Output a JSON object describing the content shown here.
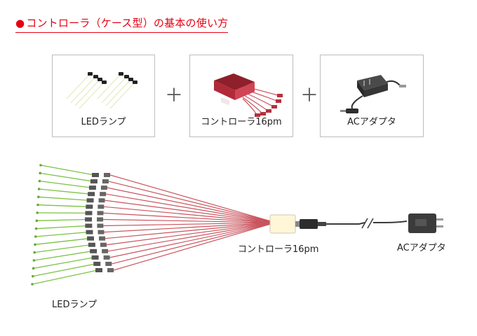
{
  "title": {
    "bullet": "●",
    "text": "コントローラ（ケース型）の基本の使い方"
  },
  "products": [
    {
      "label": "LEDランプ",
      "icon": "led-lamps-icon"
    },
    {
      "label": "コントローラ16pm",
      "icon": "controller-case-icon"
    },
    {
      "label": "ACアダプタ",
      "icon": "ac-adapter-icon"
    }
  ],
  "plus_sign": "＋",
  "diagram": {
    "controller_label": "コントローラ16pm",
    "adapter_label": "ACアダプタ",
    "led_label": "LEDランプ",
    "lamp_count": 16
  },
  "colors": {
    "title": "#e60012",
    "led_wire": "#7cc242",
    "controller_wire": "#c9545e",
    "controller_body": "#fff6d8",
    "adapter_body": "#3b3b3b"
  }
}
